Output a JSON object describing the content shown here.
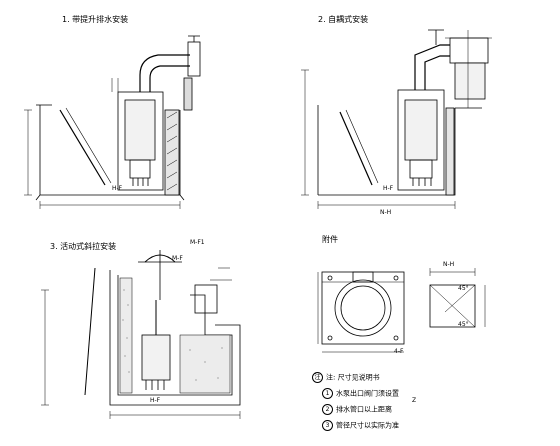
{
  "captions": {
    "fig1": "1. 带提升排水安装",
    "fig2": "2. 自耦式安装",
    "fig3": "3. 活动式斜拉安装",
    "detail": "附件"
  },
  "labels": {
    "h_f_1": "H-F",
    "h_f_2": "H-F",
    "h_f_3": "H-F",
    "n_h_1": "N-H",
    "n_h_2": "N-H",
    "four_f": "4-F",
    "z_dim": "Z",
    "m_f": "M-F",
    "m_f1": "M-F1",
    "ang_top": "45°",
    "ang_bot": "45°"
  },
  "notes": {
    "title": "注: 尺寸见说明书",
    "item1": "水泵出口阀门须设置",
    "item2": "排水管口以上距离",
    "item3": "管径尺寸以实际为准"
  }
}
